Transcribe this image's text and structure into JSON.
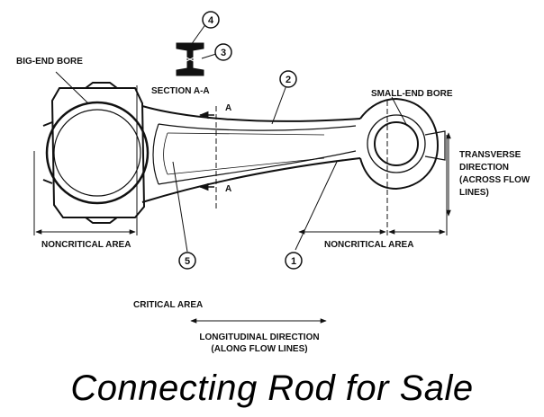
{
  "labels": {
    "big_end_bore": "BIG-END BORE",
    "section_aa": "SECTION A-A",
    "small_end_bore": "SMALL-END BORE",
    "transverse": [
      "TRANSVERSE",
      "DIRECTION",
      "(ACROSS FLOW",
      "LINES)"
    ],
    "noncritical_left": "NONCRITICAL AREA",
    "noncritical_right": "NONCRITICAL AREA",
    "critical": "CRITICAL AREA",
    "longitudinal": [
      "LONGITUDINAL DIRECTION",
      "(ALONG FLOW LINES)"
    ],
    "section_marker_top": "A",
    "section_marker_bottom": "A"
  },
  "callouts": [
    "1",
    "2",
    "3",
    "4",
    "5"
  ],
  "caption": "Connecting Rod for Sale"
}
